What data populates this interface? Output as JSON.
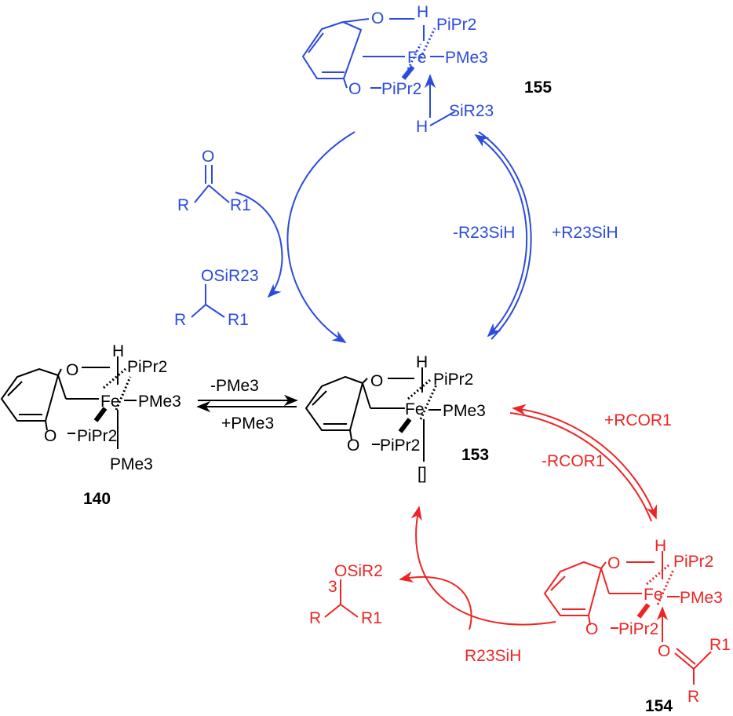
{
  "compounds": {
    "c140": {
      "number": "140",
      "ligand_lower": "PMe3"
    },
    "c153": {
      "number": "153",
      "vacancy": "[]"
    },
    "c154": {
      "number": "154"
    },
    "c155": {
      "number": "155"
    }
  },
  "complex_labels": {
    "oxygen": "O",
    "hydride": "H",
    "iron": "Fe",
    "phosphine_upper": "PiPr2",
    "phosphine_lower": "PiPr2",
    "trimethylphosphine": "PMe3"
  },
  "reagents": {
    "ketone": {
      "oxygen": "O",
      "r": "R",
      "r1": "R1"
    },
    "silyl_ether": {
      "group": "OSiR23",
      "r": "R",
      "r1": "R1"
    },
    "silyl_ether_red": {
      "group": "OSiR2",
      "subscript": "3",
      "r": "R",
      "r1": "R1"
    },
    "silane_on_fe": "SiR23",
    "silane_h": "H",
    "silane_red": "R23SiH",
    "ketone_on_fe": {
      "oxygen": "O",
      "r": "R",
      "r1": "R1"
    }
  },
  "equilibria": {
    "pme3_forward": "-PMe3",
    "pme3_reverse": "+PMe3",
    "silane_minus": "-R23SiH",
    "silane_plus": "+R23SiH",
    "ketone_plus": "+RCOR1",
    "ketone_minus": "-RCOR1"
  },
  "colors": {
    "black": "#000000",
    "blue": "#2b4bdc",
    "red": "#ee2424"
  }
}
